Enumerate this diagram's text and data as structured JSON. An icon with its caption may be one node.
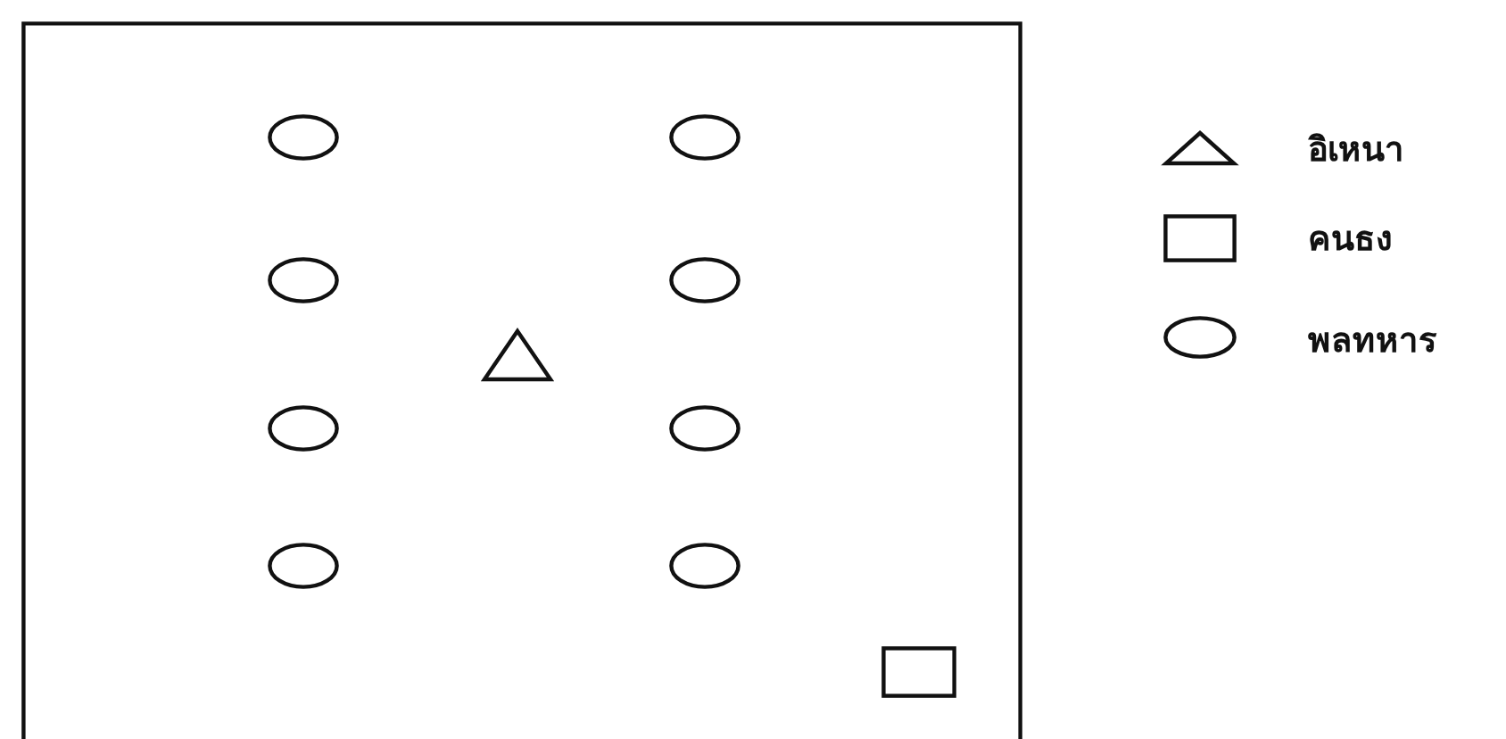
{
  "diagram": {
    "nodes": [
      {
        "text": [],
        "shape": "box"
      },
      {
        "text": [],
        "shape": "ellipse",
        "in": 0
      },
      {
        "text": [],
        "shape": "ellipse",
        "in": 0
      },
      {
        "text": [],
        "shape": "ellipse",
        "in": 0
      },
      {
        "text": [],
        "shape": "triangle",
        "in": 0
      },
      {
        "text": [],
        "shape": "ellipse",
        "in": 0
      },
      {
        "text": [],
        "shape": "ellipse",
        "in": 0
      },
      {
        "text": [],
        "shape": "ellipse",
        "in": 0
      },
      {
        "text": [],
        "shape": "ellipse",
        "in": 0
      },
      {
        "text": [],
        "shape": "ellipse",
        "in": 0
      },
      {
        "text": [],
        "shape": "box",
        "in": 0
      }
    ],
    "legend": [
      {
        "text": "อิเหนา"
      },
      {
        "text": "คนธง"
      },
      {
        "text": "พลทหาร"
      }
    ]
  }
}
